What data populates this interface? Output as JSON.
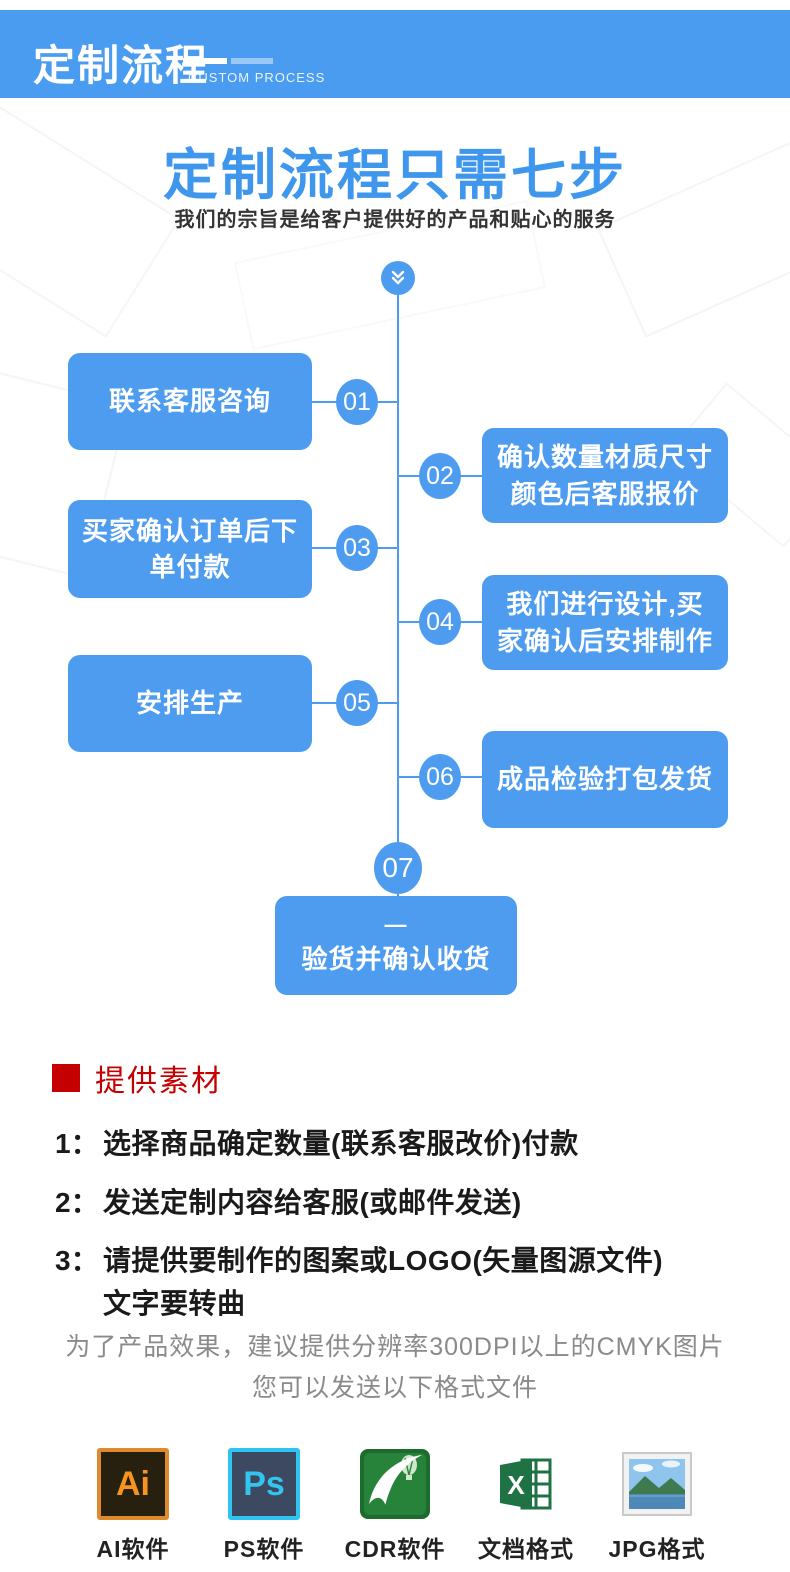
{
  "header": {
    "title": "定制流程",
    "subtitle": "CUSTOM PROCESS"
  },
  "hero": {
    "title": "定制流程只需七步",
    "subtitle": "我们的宗旨是给客户提供好的产品和贴心的服务"
  },
  "flow": {
    "steps": [
      {
        "num": "01",
        "label": "联系客服咨询",
        "side": "left"
      },
      {
        "num": "02",
        "label": "确认数量材质尺寸颜色后客服报价",
        "side": "right"
      },
      {
        "num": "03",
        "label": "买家确认订单后下单付款",
        "side": "left"
      },
      {
        "num": "04",
        "label": "我们进行设计,买家确认后安排制作",
        "side": "right"
      },
      {
        "num": "05",
        "label": "安排生产",
        "side": "left"
      },
      {
        "num": "06",
        "label": "成品检验打包发货",
        "side": "right"
      },
      {
        "num": "07",
        "label": "验货并确认收货",
        "prefix": "—",
        "side": "bottom"
      }
    ]
  },
  "materials": {
    "heading": "提供素材",
    "items": [
      {
        "num": "1：",
        "text": "选择商品确定数量(联系客服改价)付款"
      },
      {
        "num": "2：",
        "text": "发送定制内容给客服(或邮件发送)"
      },
      {
        "num": "3：",
        "text": "请提供要制作的图案或LOGO(矢量图源文件)",
        "text2": "文字要转曲"
      }
    ],
    "note_line1": "为了产品效果，建议提供分辨率300DPI以上的CMYK图片",
    "note_line2": "您可以发送以下格式文件"
  },
  "formats": [
    {
      "icon": "ai-icon",
      "badge": "Ai",
      "label": "AI软件"
    },
    {
      "icon": "ps-icon",
      "badge": "Ps",
      "label": "PS软件"
    },
    {
      "icon": "cdr-icon",
      "label": "CDR软件"
    },
    {
      "icon": "excel-icon",
      "badge": "X",
      "label": "文档格式"
    },
    {
      "icon": "jpg-icon",
      "label": "JPG格式"
    }
  ],
  "icons": {
    "start": "chevron-double-down-icon"
  },
  "colors": {
    "band_blue": "#4A9CF0",
    "box_blue": "#4D9CF0",
    "title_blue": "#3E96ED",
    "heading_red": "#C40000",
    "note_gray": "#8A8A8A"
  }
}
